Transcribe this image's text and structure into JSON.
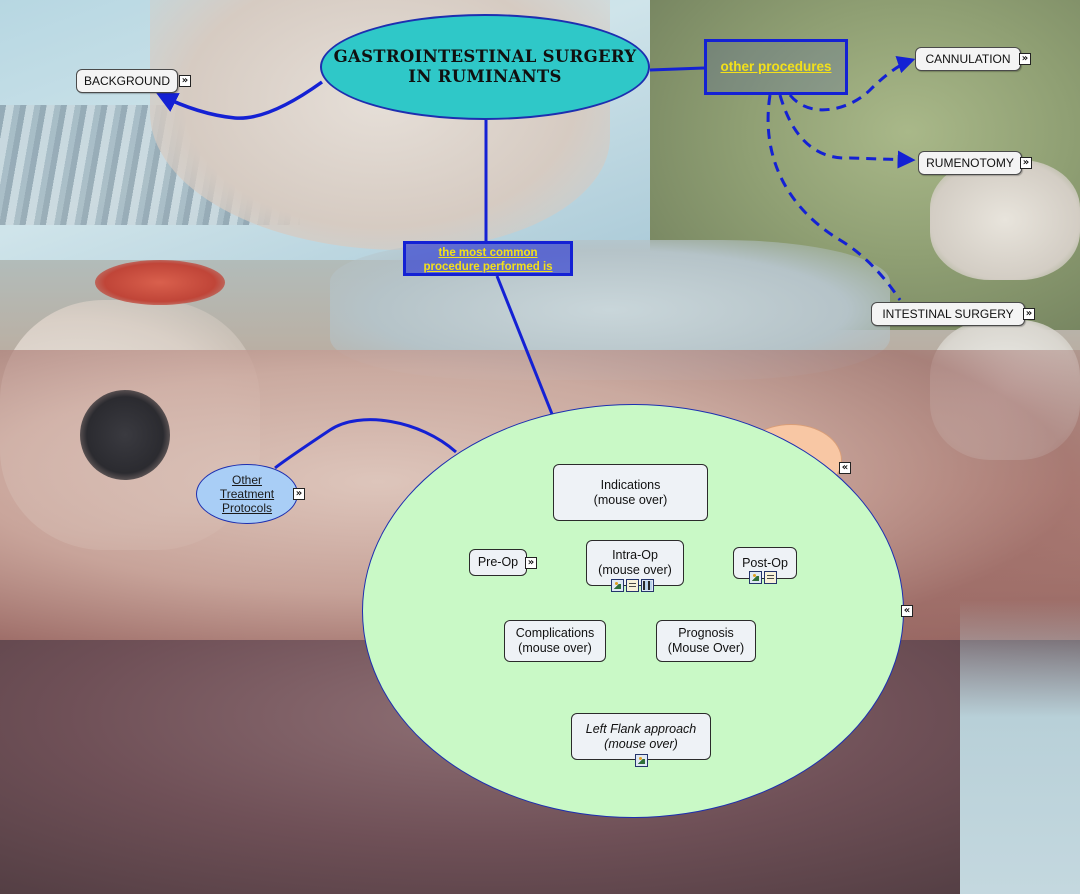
{
  "map": {
    "title_line1": "GASTROINTESTINAL SURGERY",
    "title_line2": "IN RUMINANTS",
    "background": "BACKGROUND",
    "other_procedures": "other procedures",
    "common_label_line1": "the most common",
    "common_label_line2": "procedure performed is",
    "cannulation": "CANNULATION",
    "rumenotomy": "RUMENOTOMY",
    "intestinal_surgery": "INTESTINAL SURGERY",
    "other_treatment_line1": "Other",
    "other_treatment_line2": "Treatment",
    "other_treatment_line3": "Protocols",
    "indications_line1": "Indications",
    "indications_line2": "(mouse over)",
    "pre_op": "Pre-Op",
    "intra_op_line1": "Intra-Op",
    "intra_op_line2": "(mouse over)",
    "post_op": "Post-Op",
    "complications_line1": "Complications",
    "complications_line2": "(mouse over)",
    "prognosis_line1": "Prognosis",
    "prognosis_line2": "(Mouse Over)",
    "left_flank_line1": "Left Flank approach",
    "left_flank_line2": "(mouse over)"
  },
  "icons": {
    "expand": "expand-arrow-icon",
    "collapse": "collapse-arrow-icon",
    "image": "image-resource-icon",
    "document": "document-resource-icon",
    "video": "video-resource-icon"
  },
  "colors": {
    "link": "#1421d4",
    "title_fill": "#2fc8c8",
    "circle_fill": "#c9f9c6",
    "label_text": "#f3e01a",
    "other_treatment_fill": "#a9cef6"
  }
}
